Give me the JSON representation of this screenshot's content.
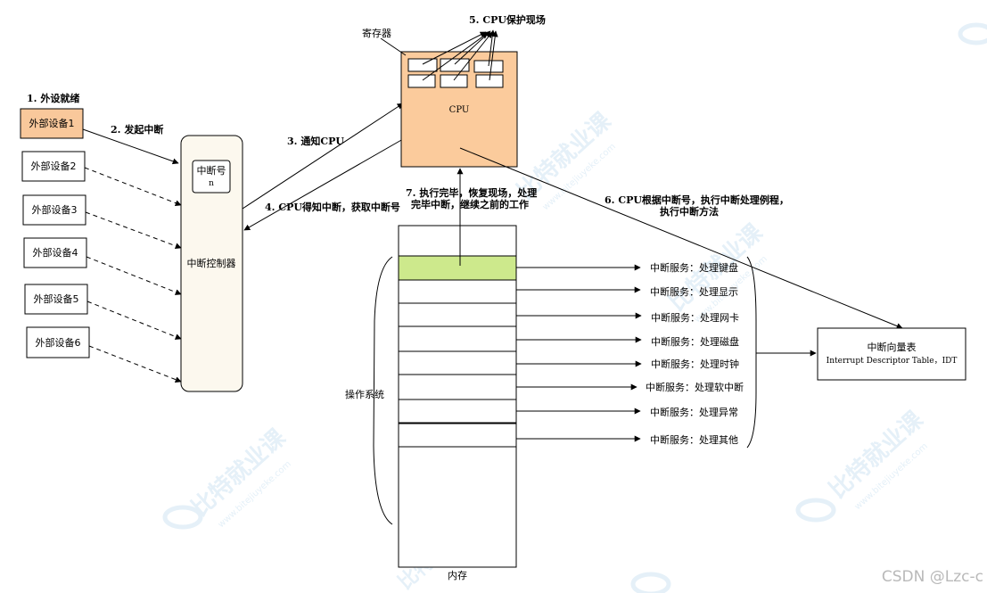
{
  "steps": {
    "s1": "1. 外设就绪",
    "s2": "2. 发起中断",
    "s3": "3. 通知CPU",
    "s4": "4. CPU得知中断，获取中断号",
    "s5": "5. CPU保护现场",
    "s6_line1": "6. CPU根据中断号，执行中断处理例程，",
    "s6_line2": "执行中断方法",
    "s7_line1": "7. 执行完毕，恢复现场，处理",
    "s7_line2": "完毕中断，继续之前的工作"
  },
  "devices": [
    "外部设备1",
    "外部设备2",
    "外部设备3",
    "外部设备4",
    "外部设备5",
    "外部设备6"
  ],
  "controller": {
    "label": "中断控制器",
    "interrupt_no_label": "中断号",
    "interrupt_no_value": "n"
  },
  "cpu": {
    "label": "CPU",
    "registers_label": "寄存器"
  },
  "memory": {
    "label": "内存",
    "os_label": "操作系统"
  },
  "services": [
    "中断服务：处理键盘",
    "中断服务：处理显示",
    "中断服务：处理网卡",
    "中断服务：处理磁盘",
    "中断服务：处理时钟",
    "中断服务：处理软中断",
    "中断服务：处理异常",
    "中断服务：处理其他"
  ],
  "idt": {
    "title": "中断向量表",
    "subtitle": "Interrupt Descriptor Table，IDT"
  },
  "watermark": {
    "brand": "比特就业课",
    "url": "www.bitejiuyeke.com",
    "credit": "CSDN @Lzc-c"
  },
  "colors": {
    "device_highlight": "#f9c89b",
    "cpu_fill": "#fbcb9c",
    "memory_highlight": "#cde98c",
    "controller_fill": "#fcf8ee",
    "line": "#000000"
  }
}
